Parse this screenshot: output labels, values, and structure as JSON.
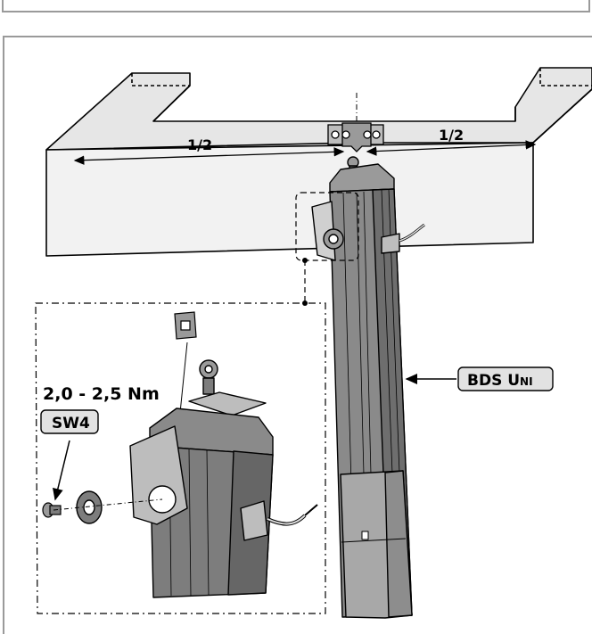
{
  "dimension_left": "1/2",
  "dimension_right": "1/2",
  "torque": "2,0 - 2,5 Nm",
  "tool_badge": "SW4",
  "product_badge": {
    "main": "BDS U",
    "suffix": "NI"
  },
  "colors": {
    "frame_gray": "#9a9a9a",
    "lintel_fill": "#e6e6e6",
    "lintel_front": "#f0f0f0",
    "actuator_dark": "#7d7d7d",
    "actuator_mid": "#9a9a9a",
    "actuator_light": "#bdbdbd",
    "badge_fill": "#e2e2e2"
  }
}
